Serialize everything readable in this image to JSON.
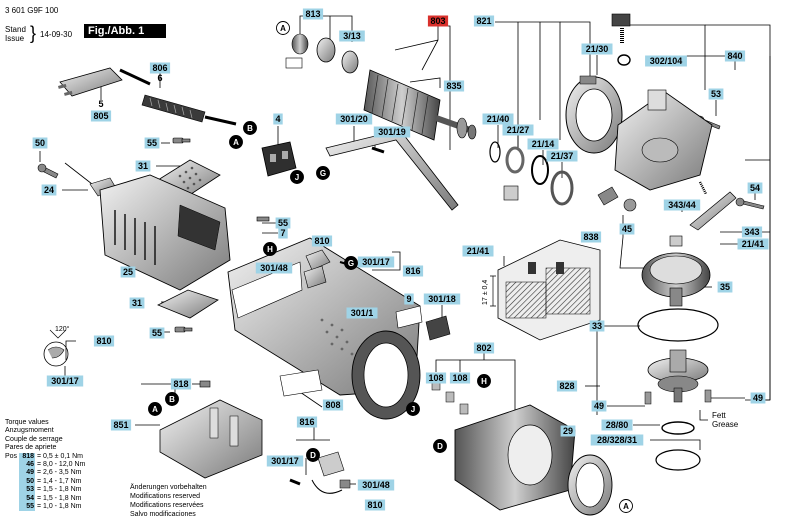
{
  "header": {
    "part_number": "3 601 G9F 100",
    "stand_label": "Stand",
    "issue_label": "Issue",
    "date": "14-09-30",
    "figure": "Fig./Abb. 1"
  },
  "colors": {
    "label_bg": "#9fd3e6",
    "highlight_bg": "#d9302c",
    "circle_dark": "#000000"
  },
  "labels": [
    {
      "id": "p813",
      "text": "813"
    },
    {
      "id": "p803",
      "text": "803",
      "highlight": true
    },
    {
      "id": "p821",
      "text": "821"
    },
    {
      "id": "p3_13",
      "text": "3/13"
    },
    {
      "id": "p835",
      "text": "835"
    },
    {
      "id": "p806",
      "text": "806"
    },
    {
      "id": "p6",
      "text": "6",
      "plain": true
    },
    {
      "id": "p5",
      "text": "5",
      "plain": true
    },
    {
      "id": "p805",
      "text": "805"
    },
    {
      "id": "p50",
      "text": "50"
    },
    {
      "id": "p55a",
      "text": "55"
    },
    {
      "id": "p4",
      "text": "4"
    },
    {
      "id": "p301_20",
      "text": "301/20"
    },
    {
      "id": "p301_19",
      "text": "301/19"
    },
    {
      "id": "p21_40",
      "text": "21/40"
    },
    {
      "id": "p21_27",
      "text": "21/27"
    },
    {
      "id": "p21_14",
      "text": "21/14"
    },
    {
      "id": "p21_37",
      "text": "21/37"
    },
    {
      "id": "p21_30",
      "text": "21/30"
    },
    {
      "id": "p302_104",
      "text": "302/104"
    },
    {
      "id": "p840",
      "text": "840"
    },
    {
      "id": "p53",
      "text": "53"
    },
    {
      "id": "p31a",
      "text": "31"
    },
    {
      "id": "p24",
      "text": "24"
    },
    {
      "id": "p25",
      "text": "25"
    },
    {
      "id": "p55b",
      "text": "55"
    },
    {
      "id": "p7",
      "text": "7"
    },
    {
      "id": "p810a",
      "text": "810"
    },
    {
      "id": "p301_48a",
      "text": "301/48"
    },
    {
      "id": "p301_17a",
      "text": "301/17"
    },
    {
      "id": "p816a",
      "text": "816"
    },
    {
      "id": "p21_41a",
      "text": "21/41"
    },
    {
      "id": "p9",
      "text": "9"
    },
    {
      "id": "p301_18",
      "text": "301/18"
    },
    {
      "id": "p301_1",
      "text": "301/1"
    },
    {
      "id": "p31b",
      "text": "31"
    },
    {
      "id": "p55c",
      "text": "55"
    },
    {
      "id": "p810b",
      "text": "810"
    },
    {
      "id": "p301_17b",
      "text": "301/17"
    },
    {
      "id": "p818",
      "text": "818"
    },
    {
      "id": "p851",
      "text": "851"
    },
    {
      "id": "p808",
      "text": "808"
    },
    {
      "id": "p816b",
      "text": "816"
    },
    {
      "id": "p301_17c",
      "text": "301/17"
    },
    {
      "id": "p301_48b",
      "text": "301/48"
    },
    {
      "id": "p810c",
      "text": "810"
    },
    {
      "id": "p802",
      "text": "802"
    },
    {
      "id": "p108a",
      "text": "108"
    },
    {
      "id": "p108b",
      "text": "108"
    },
    {
      "id": "p54",
      "text": "54"
    },
    {
      "id": "p343_44",
      "text": "343/44"
    },
    {
      "id": "p343",
      "text": "343"
    },
    {
      "id": "p21_41b",
      "text": "21/41"
    },
    {
      "id": "p838",
      "text": "838"
    },
    {
      "id": "p45",
      "text": "45"
    },
    {
      "id": "p35",
      "text": "35"
    },
    {
      "id": "p33",
      "text": "33"
    },
    {
      "id": "p828",
      "text": "828"
    },
    {
      "id": "p49a",
      "text": "49"
    },
    {
      "id": "p49b",
      "text": "49"
    },
    {
      "id": "p28_80",
      "text": "28/80"
    },
    {
      "id": "p28_328_31",
      "text": "28/328/31"
    },
    {
      "id": "p29",
      "text": "29"
    }
  ],
  "circles": [
    {
      "id": "cA1",
      "text": "A",
      "dark": false
    },
    {
      "id": "cB1",
      "text": "B",
      "dark": true
    },
    {
      "id": "cA2",
      "text": "A",
      "dark": true
    },
    {
      "id": "cJ1",
      "text": "J",
      "dark": true
    },
    {
      "id": "cG1",
      "text": "G",
      "dark": true
    },
    {
      "id": "cH1",
      "text": "H",
      "dark": true
    },
    {
      "id": "cG2",
      "text": "G",
      "dark": true
    },
    {
      "id": "cA3",
      "text": "A",
      "dark": true
    },
    {
      "id": "cB2",
      "text": "B",
      "dark": true
    },
    {
      "id": "cJ2",
      "text": "J",
      "dark": true
    },
    {
      "id": "cH2",
      "text": "H",
      "dark": true
    },
    {
      "id": "cD1",
      "text": "D",
      "dark": true
    },
    {
      "id": "cD2",
      "text": "D",
      "dark": true
    },
    {
      "id": "cA4",
      "text": "A",
      "dark": false
    }
  ],
  "misc": {
    "angle": "120°",
    "tolerance": "17 ± 0,4",
    "grease_de": "Fett",
    "grease_en": "Grease"
  },
  "torque": {
    "title_lines": [
      "Torque values",
      "Anzugsmoment",
      "Couple de serrage",
      "Pares de apriete"
    ],
    "pos_label": "Pos",
    "rows": [
      {
        "pos": "818",
        "value": "0,5 ± 0,1 Nm"
      },
      {
        "pos": "46",
        "value": "8,0 - 12,0 Nm"
      },
      {
        "pos": "49",
        "value": "2,6 - 3,5 Nm"
      },
      {
        "pos": "50",
        "value": "1,4 - 1,7 Nm"
      },
      {
        "pos": "53",
        "value": "1,5 - 1,8 Nm"
      },
      {
        "pos": "54",
        "value": "1,5 - 1,8 Nm"
      },
      {
        "pos": "55",
        "value": "1,0 - 1,8 Nm"
      }
    ]
  },
  "notes": [
    "Änderungen vorbehalten",
    "Modifications reserved",
    "Modifications reservées",
    "Salvo modificaciones"
  ]
}
